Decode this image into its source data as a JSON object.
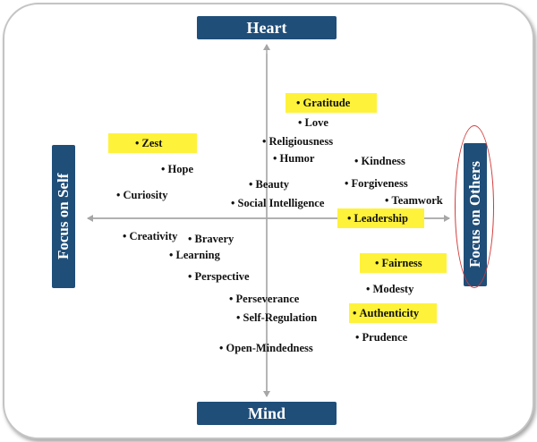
{
  "axes": {
    "top": "Heart",
    "bottom": "Mind",
    "left": "Focus on Self",
    "right": "Focus on Others"
  },
  "strengths": {
    "gratitude": "Gratitude",
    "love": "Love",
    "religiousness": "Religiousness",
    "humor": "Humor",
    "zest": "Zest",
    "hope": "Hope",
    "curiosity": "Curiosity",
    "beauty": "Beauty",
    "social_intelligence": "Social Intelligence",
    "kindness": "Kindness",
    "forgiveness": "Forgiveness",
    "teamwork": "Teamwork",
    "leadership": "Leadership",
    "creativity": "Creativity",
    "bravery": "Bravery",
    "learning": "Learning",
    "perspective": "Perspective",
    "perseverance": "Perseverance",
    "self_regulation": "Self-Regulation",
    "open_mindedness": "Open-Mindedness",
    "fairness": "Fairness",
    "modesty": "Modesty",
    "authenticity": "Authenticity",
    "prudence": "Prudence"
  },
  "colors": {
    "axis_box": "#1f4e79",
    "highlight": "#fff23a",
    "axis_line": "#a6a6a6",
    "oval": "#d23a3a"
  }
}
